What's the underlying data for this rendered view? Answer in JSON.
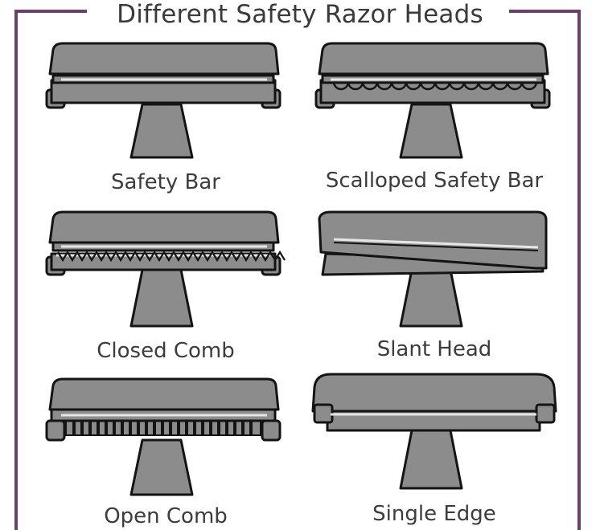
{
  "title": "Different Safety Razor Heads",
  "colors": {
    "frame": "#6b3f6a",
    "head_fill": "#8c8c8c",
    "outline": "#141414",
    "text": "#3c3c3c"
  },
  "heads": [
    {
      "label": "Safety Bar"
    },
    {
      "label": "Scalloped Safety Bar"
    },
    {
      "label": "Closed Comb"
    },
    {
      "label": "Slant Head"
    },
    {
      "label": "Open Comb"
    },
    {
      "label": "Single Edge"
    }
  ]
}
